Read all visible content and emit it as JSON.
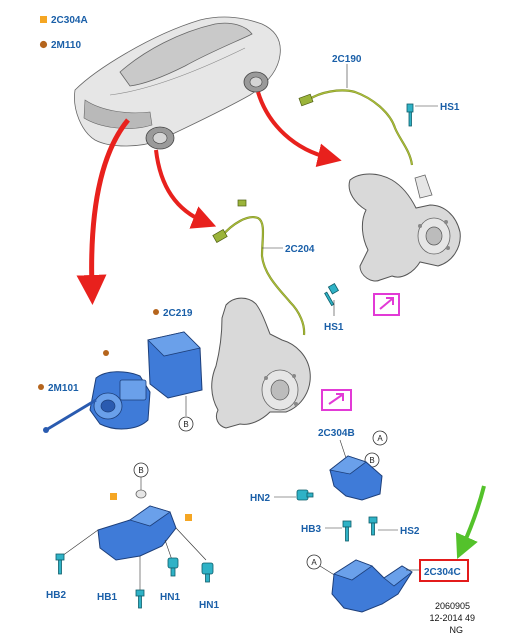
{
  "legend": [
    {
      "marker": "square",
      "color": "#f5a623",
      "label": "2C304A"
    },
    {
      "marker": "circle",
      "color": "#b5651d",
      "label": "2M110"
    }
  ],
  "labels": {
    "p2C190": "2C190",
    "pHS1_top": "HS1",
    "p2C204": "2C204",
    "pHS1_mid": "HS1",
    "p2C219": "2C219",
    "p2M101": "2M101",
    "p2C304B": "2C304B",
    "pHN2": "HN2",
    "pHB3": "HB3",
    "pHS2": "HS2",
    "p2C304C": "2C304C",
    "pHB2": "HB2",
    "pHB1": "HB1",
    "pHN1a": "HN1",
    "pHN1b": "HN1"
  },
  "callouts": {
    "b1": "B",
    "b2": "B",
    "b3": "B",
    "a1": "A",
    "a2": "A"
  },
  "footer": {
    "line1": "2060905",
    "line2": "12-2014 49",
    "line3": "NG"
  },
  "colors": {
    "arrow_red": "#e8211d",
    "arrow_green": "#54c22b",
    "highlight_magenta": "#e23ad6",
    "highlight_red": "#e31b1b",
    "part_blue": "#3f7bd8",
    "fastener_cyan": "#2fb2c6"
  }
}
